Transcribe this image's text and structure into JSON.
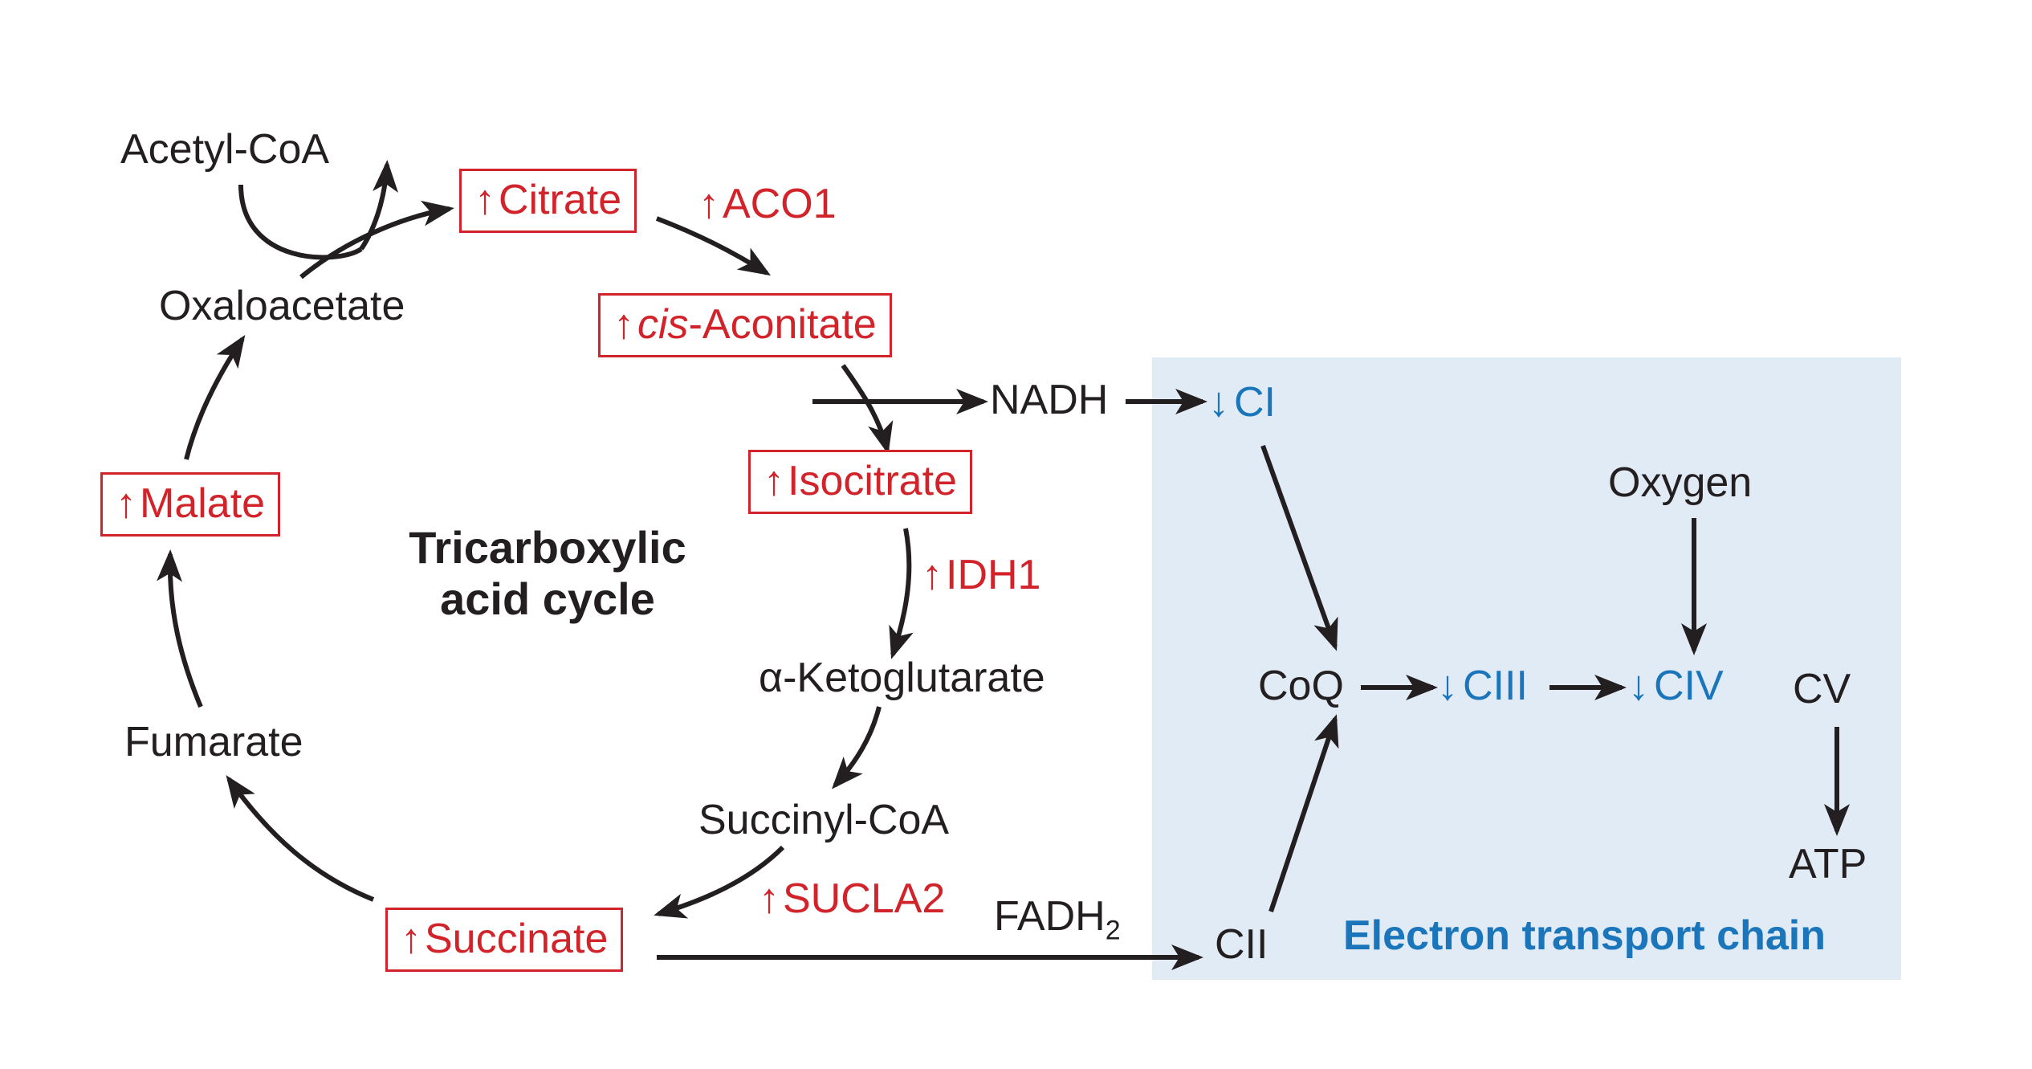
{
  "tca": {
    "title_line1": "Tricarboxylic",
    "title_line2": "acid cycle",
    "metabolites": {
      "acetyl_coa": "Acetyl-CoA",
      "citrate": "Citrate",
      "cis_prefix": "cis",
      "cis_aconitate_rest": "-Aconitate",
      "isocitrate": "Isocitrate",
      "alpha_ketoglutarate": "α-Ketoglutarate",
      "succinyl_coa": "Succinyl-CoA",
      "succinate": "Succinate",
      "fumarate": "Fumarate",
      "malate": "Malate",
      "oxaloacetate": "Oxaloacetate"
    },
    "enzymes": {
      "aco1": "ACO1",
      "idh1": "IDH1",
      "sucla2": "SUCLA2"
    }
  },
  "carriers": {
    "nadh": "NADH",
    "fadh_base": "FADH",
    "fadh_subscript": "2"
  },
  "etc": {
    "title": "Electron transport chain",
    "ci": "CI",
    "cii": "CII",
    "ciii": "CIII",
    "civ": "CIV",
    "cv": "CV",
    "coq": "CoQ",
    "oxygen": "Oxygen",
    "atp": "ATP"
  },
  "colors": {
    "increased": "#d2232a",
    "decreased": "#1a75bb",
    "etc_panel": "#e0ebf6",
    "text": "#231f20"
  }
}
